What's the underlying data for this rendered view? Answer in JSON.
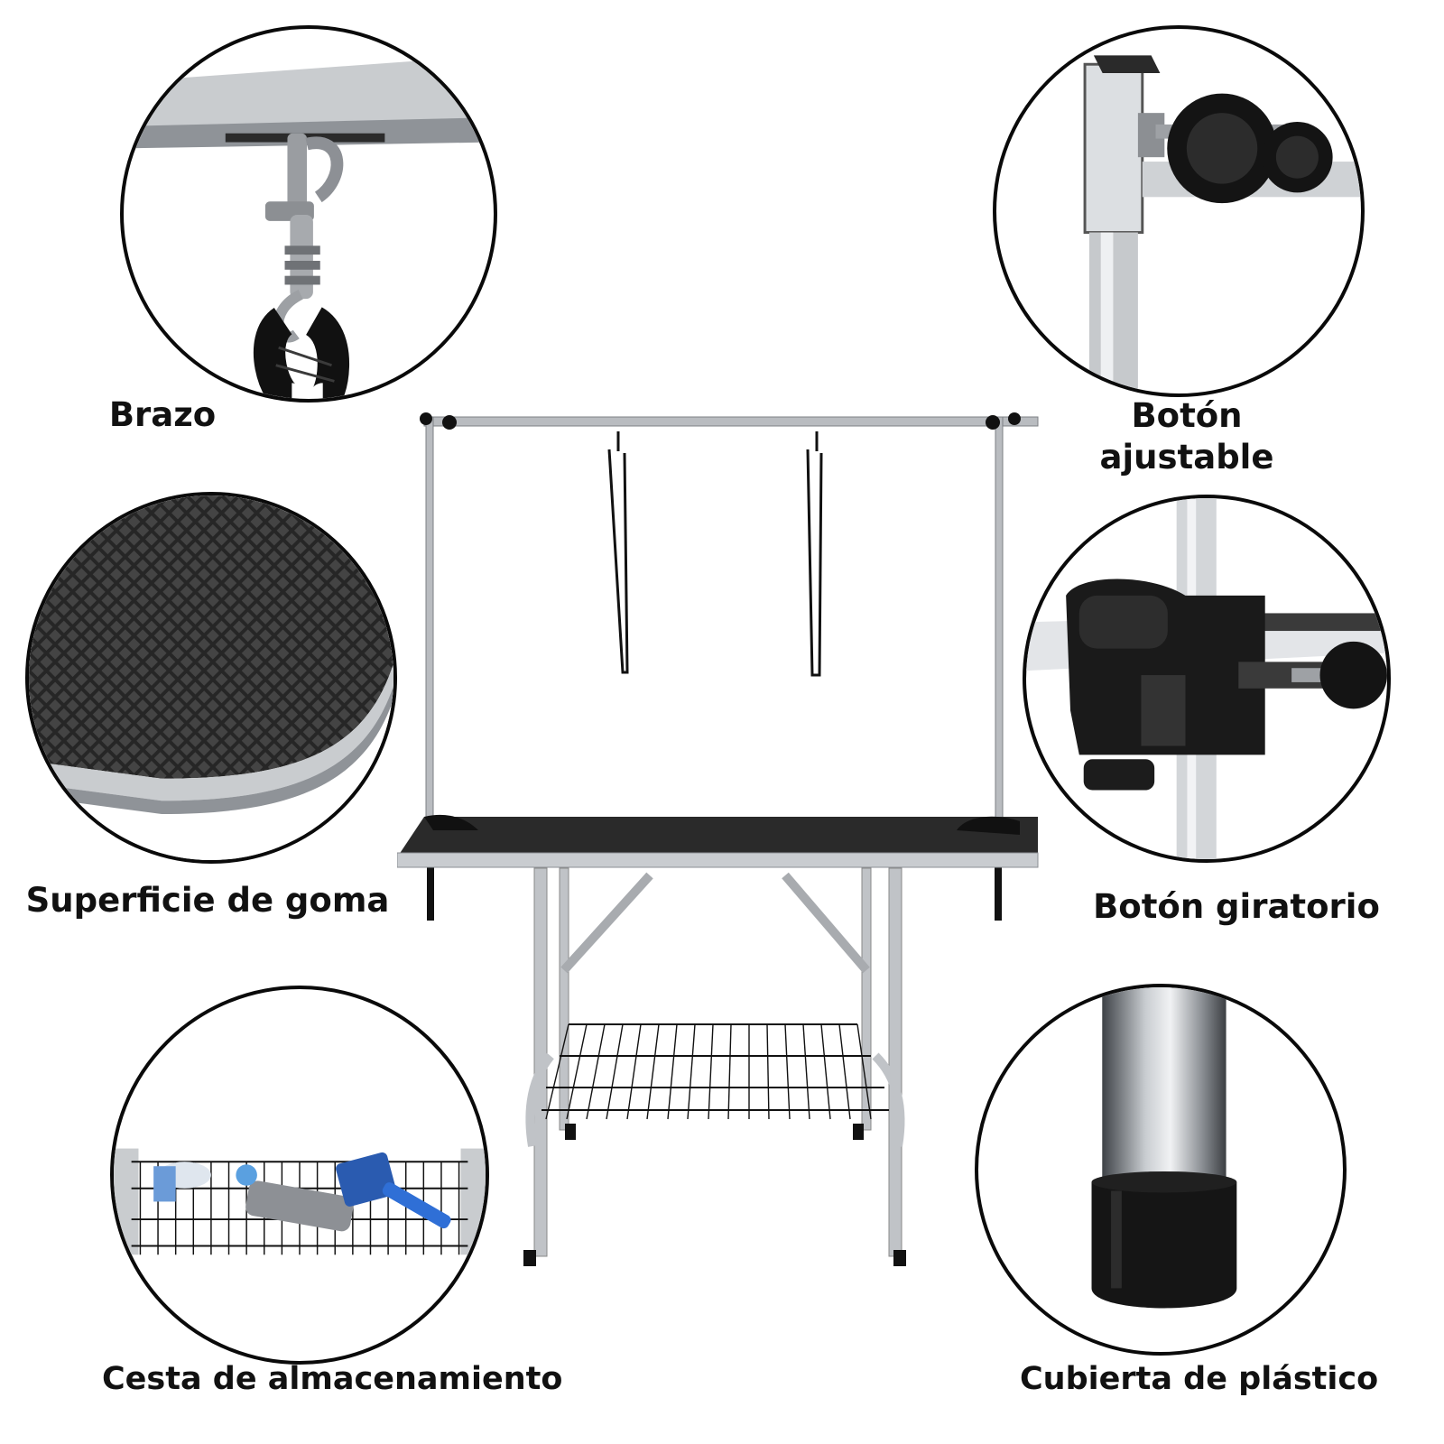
{
  "features": {
    "arm": {
      "label": "Brazo"
    },
    "adjustable_knob": {
      "label_line1": "Botón",
      "label_line2": "ajustable"
    },
    "rubber_surface": {
      "label": "Superficie de goma"
    },
    "rotating_knob": {
      "label": "Botón giratorio"
    },
    "storage_basket": {
      "label": "Cesta de almacenamiento"
    },
    "plastic_cover": {
      "label": "Cubierta de plástico"
    }
  },
  "colors": {
    "outline": "#0a0a0a",
    "steel": "#b9bcc0",
    "rubber": "#2a2a2a",
    "text": "#111111"
  }
}
